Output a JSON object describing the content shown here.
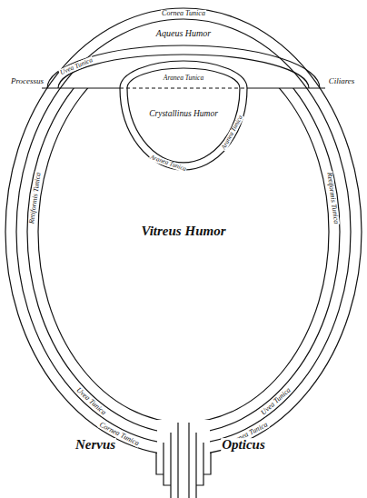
{
  "diagram": {
    "labels": [
      "Cornea Tunica",
      "Aqueus Humor",
      "Uvea Tunica",
      "Processus",
      "Ciliares",
      "Aranea Tunica",
      "Crystallinus Humor",
      "Aranea Tunica",
      "Aranea Tunica",
      "Vitreus Humor",
      "Retiformis Tunica",
      "Retiformis Tunica",
      "Uvea Tunica",
      "Uvea Tunica",
      "Cornea Tunica",
      "Cornea Tunica",
      "Nervus",
      "Opticus"
    ]
  }
}
